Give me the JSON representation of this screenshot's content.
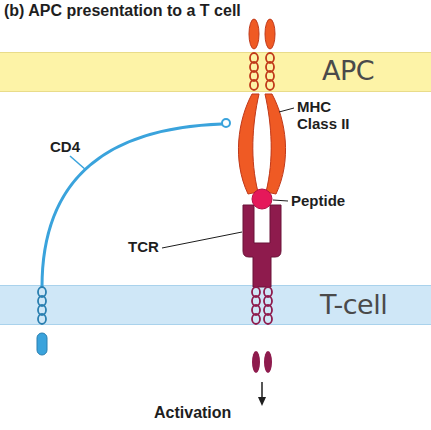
{
  "diagram": {
    "title": "(b) APC presentation to a T cell",
    "nodes": [
      {
        "text": [
          "APC"
        ]
      },
      {
        "text": [
          "T-cell"
        ]
      }
    ],
    "labels": [
      "CD4",
      "MHC Class II",
      "Peptide",
      "TCR",
      "Activation"
    ]
  }
}
